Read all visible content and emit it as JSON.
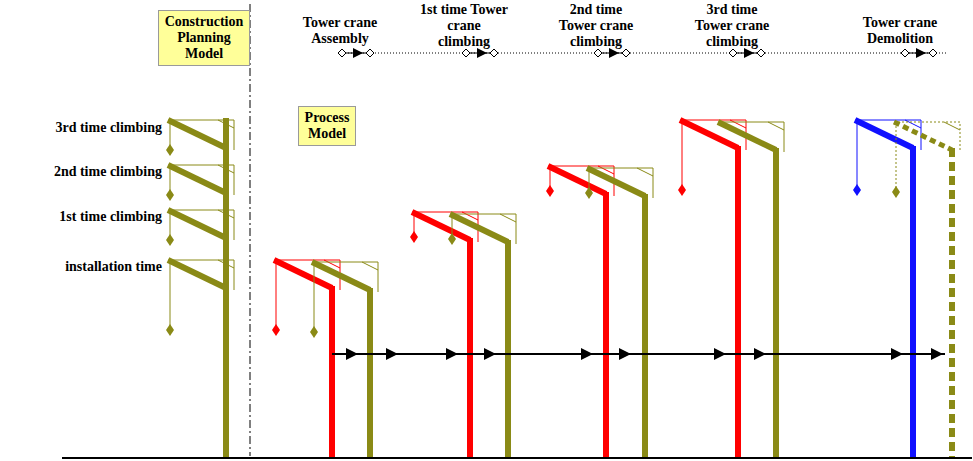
{
  "diagram": {
    "nodes": [
      {
        "text": [
          "Construction Planning Model"
        ]
      },
      {
        "text": [
          "Process Model"
        ]
      }
    ],
    "labels": [
      "3rd time climbing",
      "2nd time climbing",
      "1st time climbing",
      "installation time",
      "Tower crane Assembly",
      "1st time Tower crane climbing",
      "2nd time Tower crane climbing",
      "3rd time Tower crane climbing",
      "Tower crane Demolition"
    ]
  }
}
